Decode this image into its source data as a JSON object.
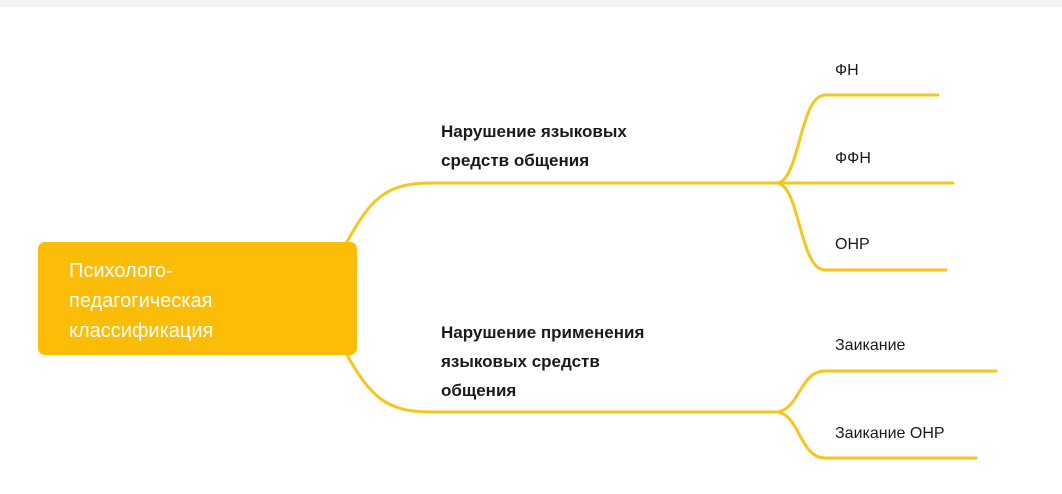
{
  "diagram": {
    "root": {
      "lines": [
        "Психолого-",
        "педагогическая",
        "классификация"
      ]
    },
    "branches": [
      {
        "lines": [
          "Нарушение языковых",
          "средств общения"
        ],
        "leaves": [
          "ФН",
          "ФФН",
          "ОНР"
        ]
      },
      {
        "lines": [
          "Нарушение применения",
          "языковых средств",
          "общения"
        ],
        "leaves": [
          "Заикание",
          "Заикание ОНР"
        ]
      }
    ],
    "colors": {
      "accent": "#fbbd08",
      "line": "#f7c51e",
      "root_text": "#ffffff",
      "text": "#1a1a1a"
    }
  }
}
